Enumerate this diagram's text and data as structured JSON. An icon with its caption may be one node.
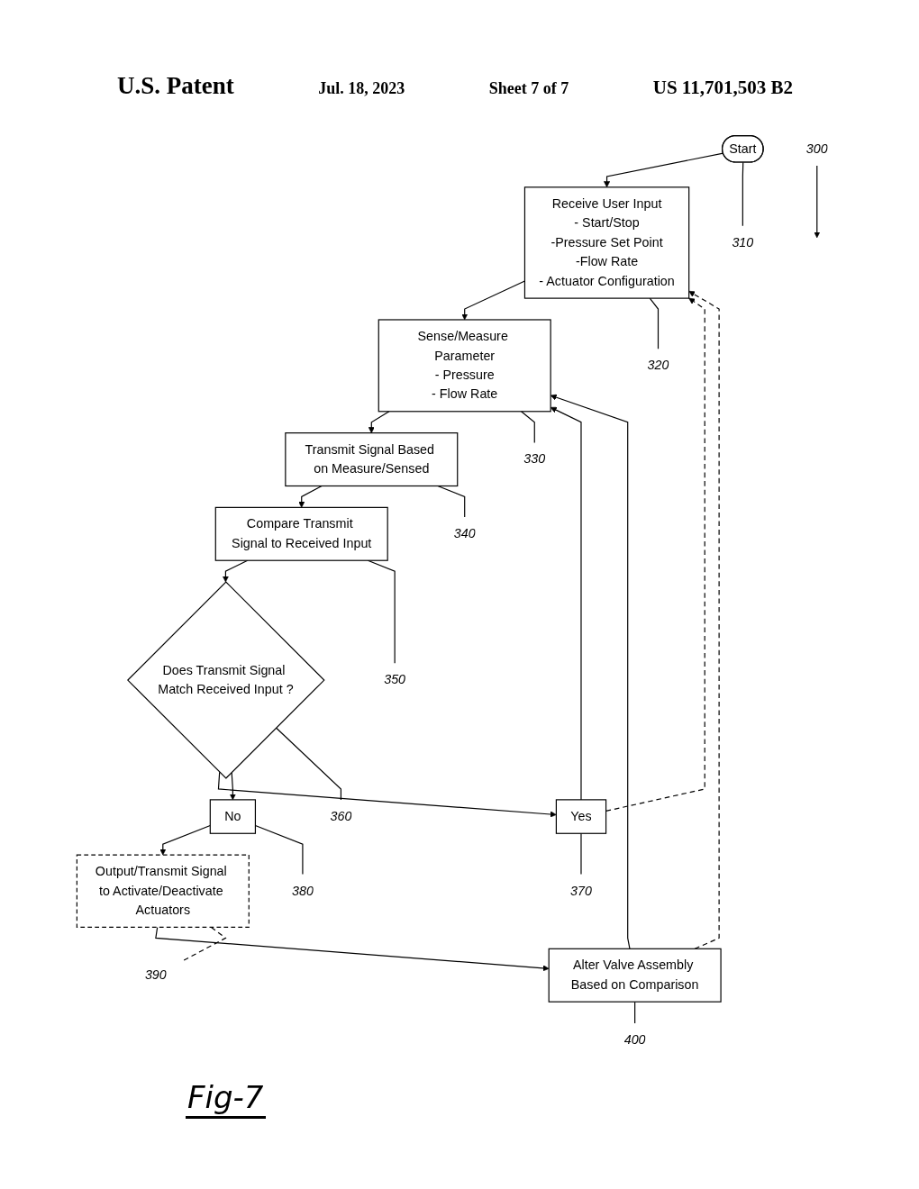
{
  "diagram": {
    "caption": "Fig-7",
    "nodes": [
      {
        "text": [
          "300"
        ]
      },
      {
        "text": [
          "Start"
        ]
      },
      {
        "text": [
          "310"
        ]
      },
      {
        "text": [
          "Receive User Input",
          "- Start/Stop",
          "-Pressure Set Point",
          "-Flow Rate",
          "- Actuator Configuration"
        ]
      },
      {
        "text": [
          "320"
        ]
      },
      {
        "text": [
          "Sense/Measure Parameter",
          "- Pressure",
          "- Flow Rate"
        ]
      },
      {
        "text": [
          "330"
        ]
      },
      {
        "text": [
          "Transmit Signal Based on Measure/Sensed"
        ]
      },
      {
        "text": [
          "340"
        ]
      },
      {
        "text": [
          "Compare Transmit Signal to Received Input"
        ]
      },
      {
        "text": [
          "350"
        ]
      },
      {
        "text": [
          "Does Transmit Signal Match Received Input ?"
        ]
      },
      {
        "text": [
          "360"
        ]
      },
      {
        "text": [
          "370"
        ]
      },
      {
        "text": [
          "Yes"
        ]
      },
      {
        "text": [
          "No"
        ]
      },
      {
        "text": [
          "380"
        ]
      },
      {
        "text": [
          "390"
        ]
      },
      {
        "text": [
          "Output/Transmit Signal to Activate/Deactivate Actuators"
        ]
      },
      {
        "text": [
          "400"
        ]
      },
      {
        "text": [
          "Alter Valve Assembly Based on Comparison"
        ]
      }
    ],
    "edges": [
      {
        "from": 1,
        "to": 3,
        "arrow": "to"
      },
      {
        "from": 3,
        "to": 5,
        "arrow": "to"
      },
      {
        "from": 5,
        "to": 7,
        "arrow": "to"
      },
      {
        "from": 7,
        "to": 9,
        "arrow": "to"
      },
      {
        "from": 9,
        "to": 11,
        "arrow": "to"
      },
      {
        "from": 11,
        "to": 14,
        "arrow": "to"
      },
      {
        "from": 14,
        "to": 5,
        "arrow": "to"
      },
      {
        "from": 14,
        "to": 3,
        "arrow": "to",
        "style": "dashed"
      },
      {
        "from": 11,
        "to": 15,
        "arrow": "to"
      },
      {
        "from": 15,
        "to": 18,
        "arrow": "to"
      },
      {
        "from": 18,
        "to": 20,
        "arrow": "to"
      },
      {
        "from": 20,
        "to": 5,
        "arrow": "to"
      },
      {
        "from": 20,
        "to": 3,
        "arrow": "to",
        "style": "dashed"
      },
      {
        "from": 0,
        "to": null,
        "arrow": "to"
      },
      {
        "from": 1,
        "to": 2,
        "arrow": "none"
      },
      {
        "from": 3,
        "to": 4,
        "arrow": "none"
      },
      {
        "from": 5,
        "to": 6,
        "arrow": "none"
      },
      {
        "from": 7,
        "to": 8,
        "arrow": "none"
      },
      {
        "from": 9,
        "to": 10,
        "arrow": "none"
      },
      {
        "from": 11,
        "to": 12,
        "arrow": "none"
      },
      {
        "from": 14,
        "to": 13,
        "arrow": "none"
      },
      {
        "from": 15,
        "to": 16,
        "arrow": "none"
      },
      {
        "from": 18,
        "to": 17,
        "arrow": "none",
        "style": "dashed"
      },
      {
        "from": 20,
        "to": 19,
        "arrow": "none"
      }
    ],
    "labels": [
      "U.S. Patent",
      "Jul. 18, 2023",
      "Sheet 7 of 7",
      "US 11,701,503 B2"
    ]
  }
}
